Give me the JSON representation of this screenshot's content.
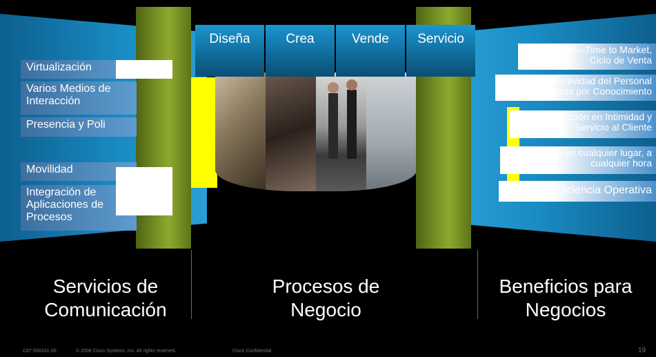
{
  "tabs": [
    "Diseña",
    "Crea",
    "Vende",
    "Servicio"
  ],
  "left_items": [
    "Virtualización",
    "Varios Medios de Interacción",
    "Presencia y Poli",
    "Movilidad",
    "Integración de Aplicaciones de Procesos"
  ],
  "right_items": [
    "Velocidad—Time to Market, Ciclo de Venta",
    "Productividad del Personal Motivada por Conocimiento",
    "Perfección en Intimidad y Servicio al Cliente",
    "Colaboración en cualquier lugar, a cualquier hora",
    "Eficiencia Operativa"
  ],
  "columns": {
    "left": "Servicios de Comunicación",
    "center": "Procesos de Negocio",
    "right": "Beneficios para Negocios"
  },
  "footer": {
    "doc_id": "C97-500241-00",
    "copyright": "© 2008 Cisco Systems, Inc. All rights reserved.",
    "confidential": "Cisco Confidential",
    "page": "19"
  },
  "colors": {
    "background": "#000000",
    "blue": "#1a8cc4",
    "olive": "#7b9326",
    "yellow": "#ffff00"
  }
}
